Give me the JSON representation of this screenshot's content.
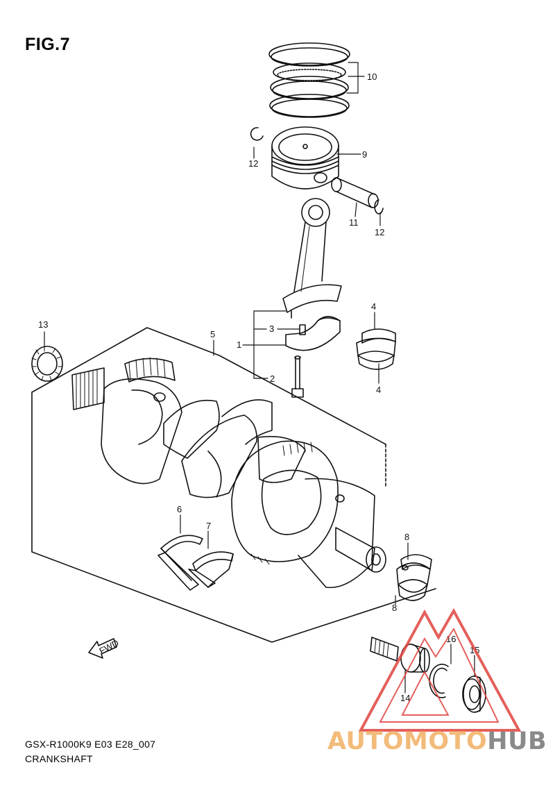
{
  "figure": {
    "title": "FIG.7",
    "model_code": "GSX-R1000K9 E03 E28_007",
    "section_name": "CRANKSHAFT"
  },
  "fwd_label": "FWD",
  "callouts": {
    "n1": "1",
    "n2": "2",
    "n3": "3",
    "n4": "4",
    "n5": "5",
    "n6": "6",
    "n7": "7",
    "n8": "8",
    "n9": "9",
    "n10": "10",
    "n11": "11",
    "n12": "12",
    "n13": "13",
    "n14": "14",
    "n15": "15",
    "n16": "16"
  },
  "watermark": {
    "part_a": "AUTOMOTO",
    "part_b": "HUB",
    "color_a": "#f3bb7a",
    "color_b": "#8a8a8a",
    "triangle_color": "#e0443f"
  }
}
